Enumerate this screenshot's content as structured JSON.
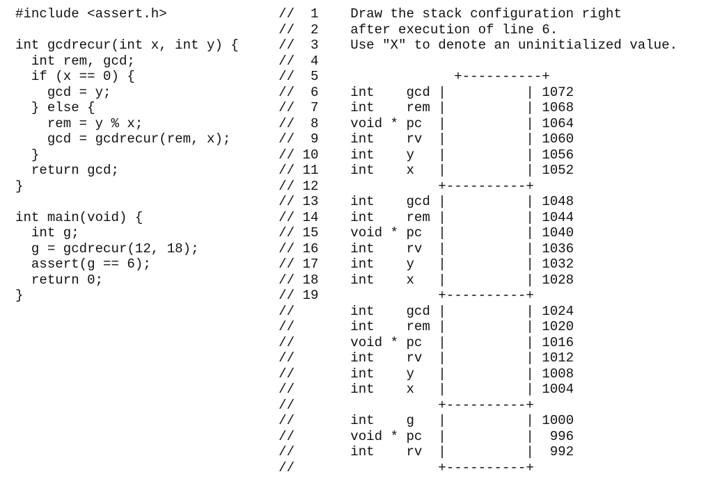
{
  "lines": [
    "#include <assert.h>              //  1    Draw the stack configuration right",
    "                                 //  2    after execution of line 6.",
    "int gcdrecur(int x, int y) {     //  3    Use \"X\" to denote an uninitialized value.",
    "  int rem, gcd;                  //  4",
    "  if (x == 0) {                  //  5                 +----------+",
    "    gcd = y;                     //  6    int    gcd |          | 1072",
    "  } else {                       //  7    int    rem |          | 1068",
    "    rem = y % x;                 //  8    void * pc  |          | 1064",
    "    gcd = gcdrecur(rem, x);      //  9    int    rv  |          | 1060",
    "  }                              // 10    int    y   |          | 1056",
    "  return gcd;                    // 11    int    x   |          | 1052",
    "}                                // 12               +----------+",
    "                                 // 13    int    gcd |          | 1048",
    "int main(void) {                 // 14    int    rem |          | 1044",
    "  int g;                         // 15    void * pc  |          | 1040",
    "  g = gcdrecur(12, 18);          // 16    int    rv  |          | 1036",
    "  assert(g == 6);                // 17    int    y   |          | 1032",
    "  return 0;                      // 18    int    x   |          | 1028",
    "}                                // 19               +----------+",
    "                                 //       int    gcd |          | 1024",
    "                                 //       int    rem |          | 1020",
    "                                 //       void * pc  |          | 1016",
    "                                 //       int    rv  |          | 1012",
    "                                 //       int    y   |          | 1008",
    "                                 //       int    x   |          | 1004",
    "                                 //                  +----------+",
    "                                 //       int    g   |          | 1000",
    "                                 //       void * pc  |          |  996",
    "                                 //       int    rv  |          |  992",
    "                                 //                  +----------+"
  ]
}
